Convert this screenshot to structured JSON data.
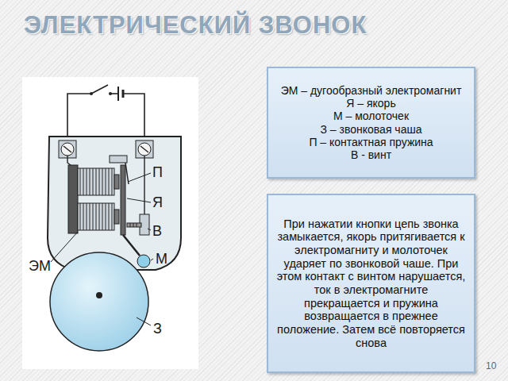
{
  "diagram": {
    "title": "ЭЛЕКТРИЧЕСКИЙ ЗВОНОК",
    "nodes": [
      {
        "text": [
          "ЭМ – дугообразный электромагнит",
          "Я – якорь",
          "М – молоточек",
          "З – звонковая чаша",
          "П – контактная пружина",
          "В - винт"
        ]
      },
      {
        "text": [
          "При нажатии кнопки цепь звонка замыкается, якорь притягивается к электромагниту и молоточек ударяет по звонковой чаше. При этом контакт с винтом нарушается, ток в электромагните прекращается и пружина возвращается в прежнее положение. Затем всё повторяется снова"
        ]
      }
    ],
    "labels": [
      "П",
      "Я",
      "В",
      "М",
      "ЭМ",
      "З",
      "10"
    ]
  }
}
